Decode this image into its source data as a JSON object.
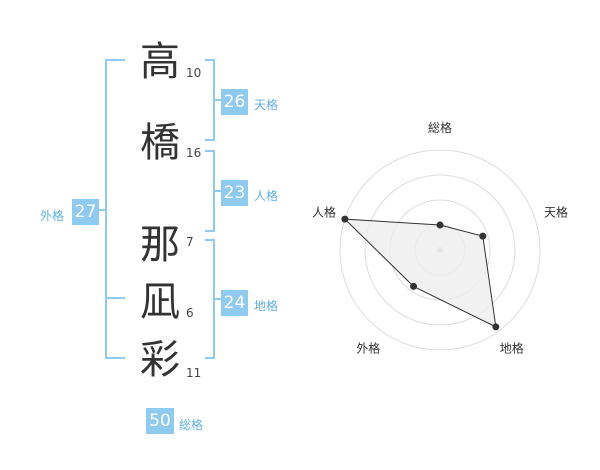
{
  "name": {
    "chars": [
      {
        "char": "高",
        "strokes": "10"
      },
      {
        "char": "橋",
        "strokes": "16"
      },
      {
        "char": "那",
        "strokes": "7"
      },
      {
        "char": "凪",
        "strokes": "6"
      },
      {
        "char": "彩",
        "strokes": "11"
      }
    ]
  },
  "kaku": {
    "tenkaku": {
      "value": "26",
      "label": "天格"
    },
    "jinkaku": {
      "value": "23",
      "label": "人格"
    },
    "chikaku": {
      "value": "24",
      "label": "地格"
    },
    "gaikaku": {
      "value": "27",
      "label": "外格"
    },
    "soukaku": {
      "value": "50",
      "label": "総格"
    }
  },
  "chart_data": {
    "type": "radar",
    "axes": [
      "総格",
      "天格",
      "地格",
      "外格",
      "人格"
    ],
    "values": [
      0.25,
      0.45,
      0.95,
      0.45,
      1.0
    ],
    "rings": 4,
    "colors": {
      "fill": "#ededed",
      "line": "#333333",
      "ring": "#dddddd",
      "accent": "#8fcaf0"
    }
  }
}
